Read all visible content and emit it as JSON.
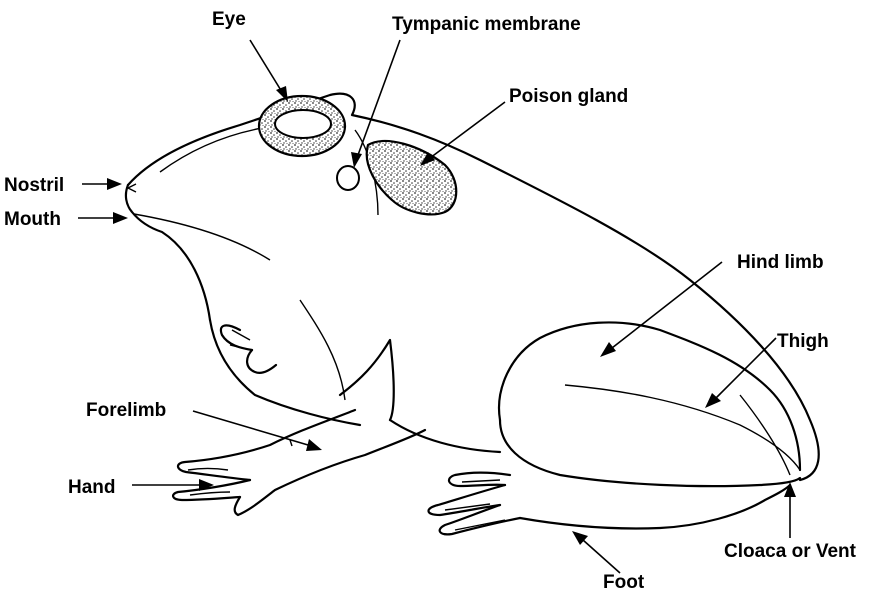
{
  "diagram": {
    "labels": {
      "eye": "Eye",
      "tympanic": "Tympanic membrane",
      "poison": "Poison gland",
      "nostril": "Nostril",
      "mouth": "Mouth",
      "hind_limb": "Hind limb",
      "thigh": "Thigh",
      "forelimb": "Forelimb",
      "hand": "Hand",
      "cloaca": "Cloaca or Vent",
      "foot": "Foot"
    },
    "colors": {
      "ink": "#000000",
      "background": "#ffffff",
      "speckle": "#333333"
    }
  }
}
